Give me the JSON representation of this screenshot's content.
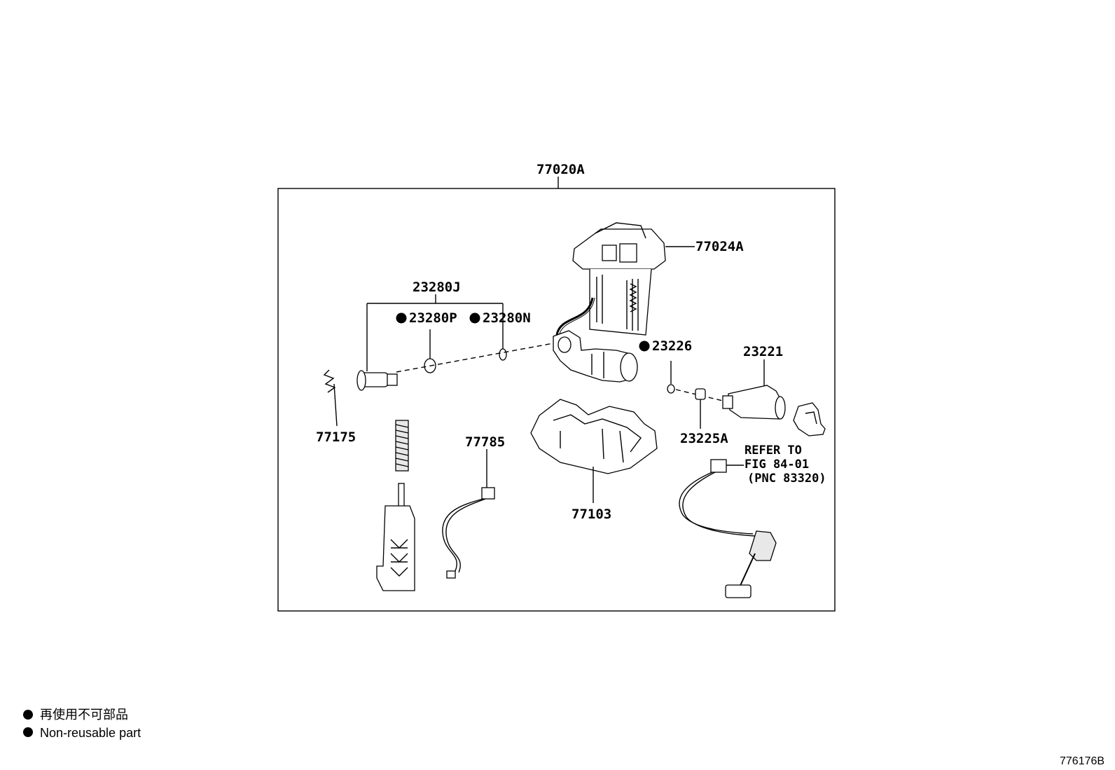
{
  "diagram": {
    "assembly_label": "77020A",
    "parts": {
      "p77024A": "77024A",
      "p23280J": "23280J",
      "p23280P": "23280P",
      "p23280N": "23280N",
      "p23226": "23226",
      "p23221": "23221",
      "p77175": "77175",
      "p77785": "77785",
      "p77103": "77103",
      "p23225A": "23225A"
    },
    "refer_note": {
      "line1": "REFER TO",
      "line2": "FIG 84-01",
      "line3": "(PNC 83320)"
    }
  },
  "legend": {
    "japanese": "再使用不可部品",
    "english": "Non-reusable part"
  },
  "figure_id": "776176B"
}
